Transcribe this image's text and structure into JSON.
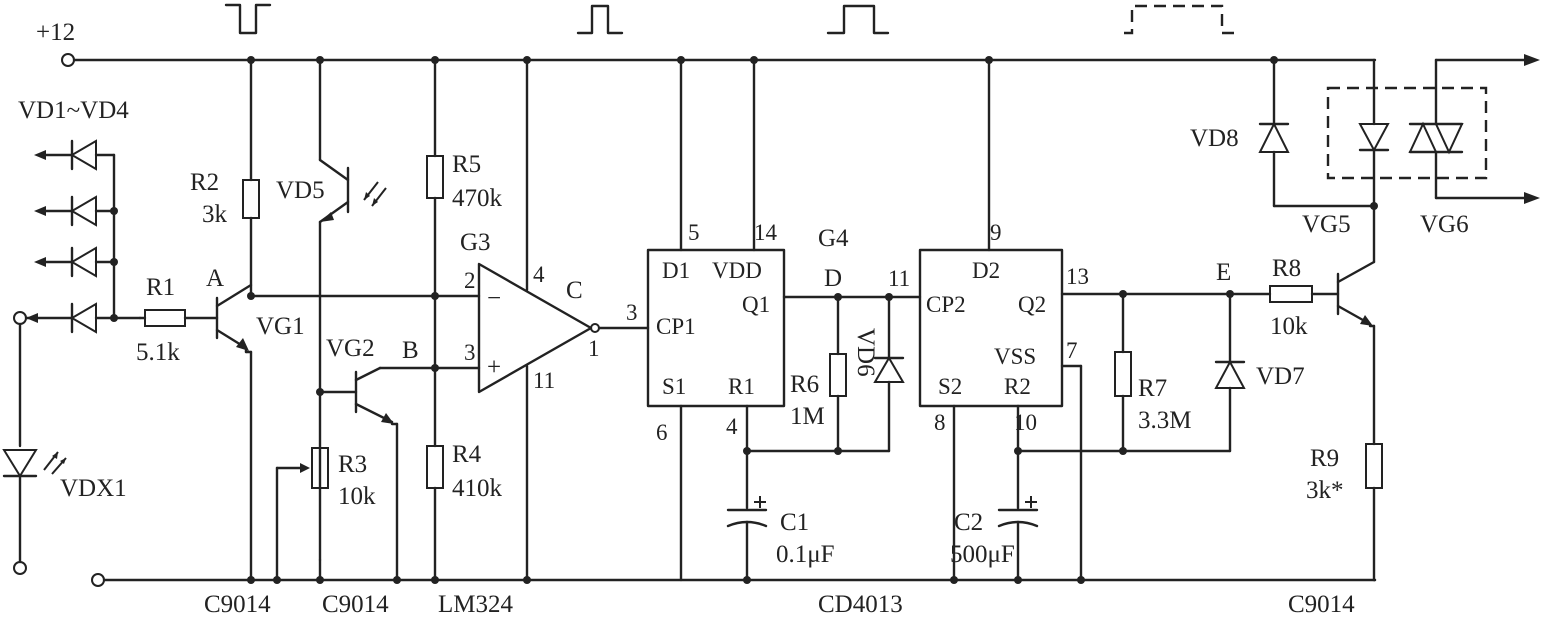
{
  "supply": "+12",
  "gates": {
    "g3": "G3",
    "g4": "G4"
  },
  "nodes": {
    "a": "A",
    "b": "B",
    "c": "C",
    "d": "D",
    "e": "E"
  },
  "opamp_inputs": {
    "minus": "−",
    "plus": "+"
  },
  "components": {
    "vd1_vd4": "VD1~VD4",
    "vdx1": "VDX1",
    "r1": "R1",
    "r1_val": "5.1k",
    "r2": "R2",
    "r2_val": "3k",
    "vd5": "VD5",
    "vg1": "VG1",
    "vg2": "VG2",
    "r3": "R3",
    "r3_val": "10k",
    "r5": "R5",
    "r5_val": "470k",
    "r4": "R4",
    "r4_val": "410k",
    "r6": "R6",
    "r6_val": "1M",
    "vd6": "VD6",
    "c1": "C1",
    "c1_val": "0.1μF",
    "c2": "C2",
    "c2_val": "500μF",
    "r7": "R7",
    "r7_val": "3.3M",
    "vd7": "VD7",
    "r8": "R8",
    "r8_val": "10k",
    "r9": "R9",
    "r9_val": "3k*",
    "vd8": "VD8",
    "vg5": "VG5",
    "vg6": "VG6"
  },
  "ic1_pins": {
    "d1": "D1",
    "vdd": "VDD",
    "q1": "Q1",
    "cp1": "CP1",
    "s1": "S1",
    "r1": "R1",
    "p5": "5",
    "p14": "14",
    "p3": "3",
    "p6": "6",
    "p4": "4"
  },
  "ic2_pins": {
    "d2": "D2",
    "q2": "Q2",
    "cp2": "CP2",
    "vss": "VSS",
    "s2": "S2",
    "r2": "R2",
    "p9": "9",
    "p11": "11",
    "p13": "13",
    "p7": "7",
    "p8": "8",
    "p10": "10"
  },
  "opamp_pins": {
    "p2": "2",
    "p3": "3",
    "p4": "4",
    "p1": "1",
    "p11": "11"
  },
  "part_numbers": {
    "q1": "C9014",
    "q2": "C9014",
    "opamp": "LM324",
    "ff": "CD4013",
    "q5": "C9014"
  }
}
